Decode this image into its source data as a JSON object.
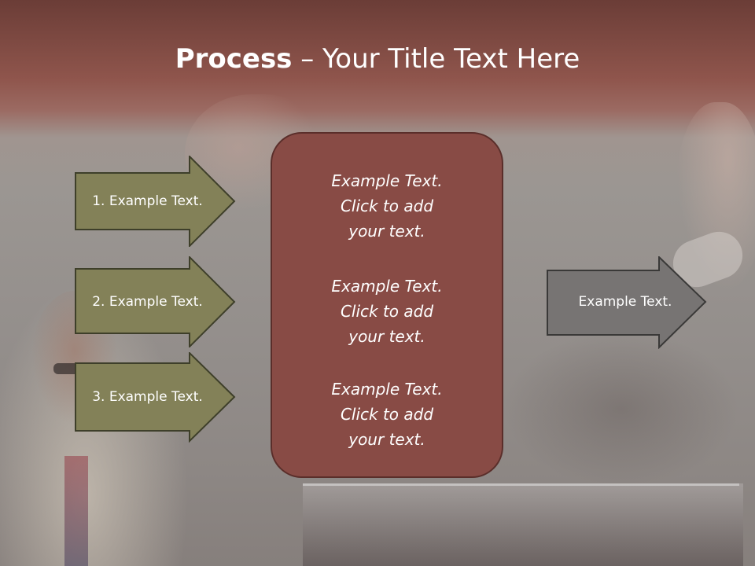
{
  "title": {
    "bold": "Process",
    "rest": " – Your Title Text Here"
  },
  "left_arrows": [
    {
      "label": "1. Example Text."
    },
    {
      "label": "2. Example Text."
    },
    {
      "label": "3. Example Text."
    }
  ],
  "right_arrow": {
    "label": "Example Text."
  },
  "center_blocks": [
    {
      "line1": "Example Text.",
      "line2": "Click  to add",
      "line3": "your text."
    },
    {
      "line1": "Example Text.",
      "line2": "Click  to add",
      "line3": "your text."
    },
    {
      "line1": "Example Text.",
      "line2": "Click  to add",
      "line3": "your text."
    }
  ],
  "colors": {
    "left_arrow_fill": "#838158",
    "right_arrow_fill": "#777473",
    "center_fill": "#884b45",
    "header": "#6b3d37"
  }
}
